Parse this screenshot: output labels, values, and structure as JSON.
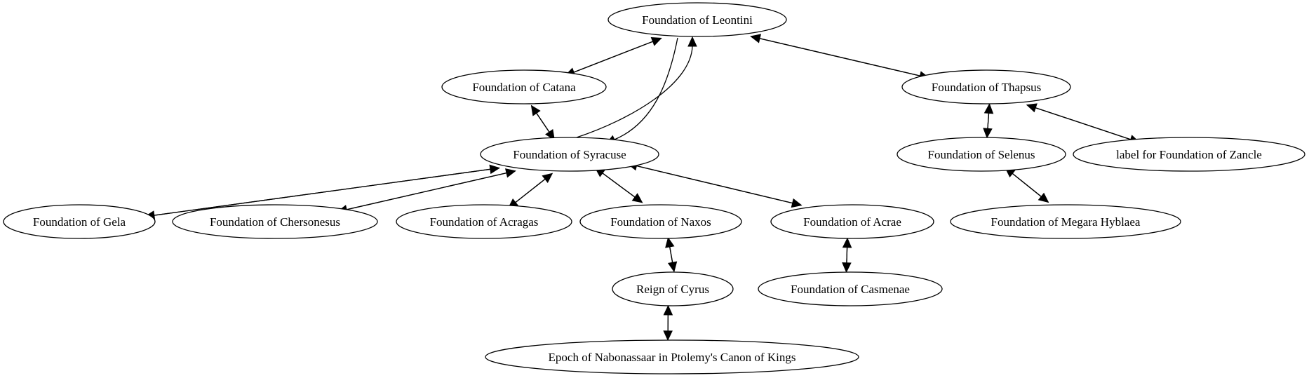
{
  "graph": {
    "nodes": [
      {
        "id": "leontini",
        "label": "Foundation of Leontini"
      },
      {
        "id": "catana",
        "label": "Foundation of Catana"
      },
      {
        "id": "thapsus",
        "label": "Foundation of Thapsus"
      },
      {
        "id": "syracuse",
        "label": "Foundation of Syracuse"
      },
      {
        "id": "selenus",
        "label": "Foundation of Selenus"
      },
      {
        "id": "zancle",
        "label": "label for Foundation of Zancle"
      },
      {
        "id": "gela",
        "label": "Foundation of Gela"
      },
      {
        "id": "chersonesus",
        "label": "Foundation of Chersonesus"
      },
      {
        "id": "acragas",
        "label": "Foundation of Acragas"
      },
      {
        "id": "naxos",
        "label": "Foundation of Naxos"
      },
      {
        "id": "acrae",
        "label": "Foundation of Acrae"
      },
      {
        "id": "megara",
        "label": "Foundation of Megara Hyblaea"
      },
      {
        "id": "cyrus",
        "label": "Reign of Cyrus"
      },
      {
        "id": "casmenae",
        "label": "Foundation of Casmenae"
      },
      {
        "id": "nabonassar",
        "label": "Epoch of Nabonassaar in Ptolemy's Canon of Kings"
      }
    ],
    "edges": [
      {
        "from": "leontini",
        "to": "catana"
      },
      {
        "from": "catana",
        "to": "leontini"
      },
      {
        "from": "leontini",
        "to": "thapsus"
      },
      {
        "from": "thapsus",
        "to": "leontini"
      },
      {
        "from": "leontini",
        "to": "syracuse"
      },
      {
        "from": "syracuse",
        "to": "leontini"
      },
      {
        "from": "catana",
        "to": "syracuse"
      },
      {
        "from": "syracuse",
        "to": "catana"
      },
      {
        "from": "thapsus",
        "to": "selenus"
      },
      {
        "from": "selenus",
        "to": "thapsus"
      },
      {
        "from": "thapsus",
        "to": "zancle"
      },
      {
        "from": "zancle",
        "to": "thapsus"
      },
      {
        "from": "syracuse",
        "to": "gela"
      },
      {
        "from": "gela",
        "to": "syracuse"
      },
      {
        "from": "syracuse",
        "to": "chersonesus"
      },
      {
        "from": "chersonesus",
        "to": "syracuse"
      },
      {
        "from": "syracuse",
        "to": "acragas"
      },
      {
        "from": "acragas",
        "to": "syracuse"
      },
      {
        "from": "syracuse",
        "to": "naxos"
      },
      {
        "from": "naxos",
        "to": "syracuse"
      },
      {
        "from": "syracuse",
        "to": "acrae"
      },
      {
        "from": "acrae",
        "to": "syracuse"
      },
      {
        "from": "selenus",
        "to": "megara"
      },
      {
        "from": "megara",
        "to": "selenus"
      },
      {
        "from": "naxos",
        "to": "cyrus"
      },
      {
        "from": "cyrus",
        "to": "naxos"
      },
      {
        "from": "acrae",
        "to": "casmenae"
      },
      {
        "from": "casmenae",
        "to": "acrae"
      },
      {
        "from": "cyrus",
        "to": "nabonassar"
      },
      {
        "from": "nabonassar",
        "to": "cyrus"
      }
    ]
  }
}
